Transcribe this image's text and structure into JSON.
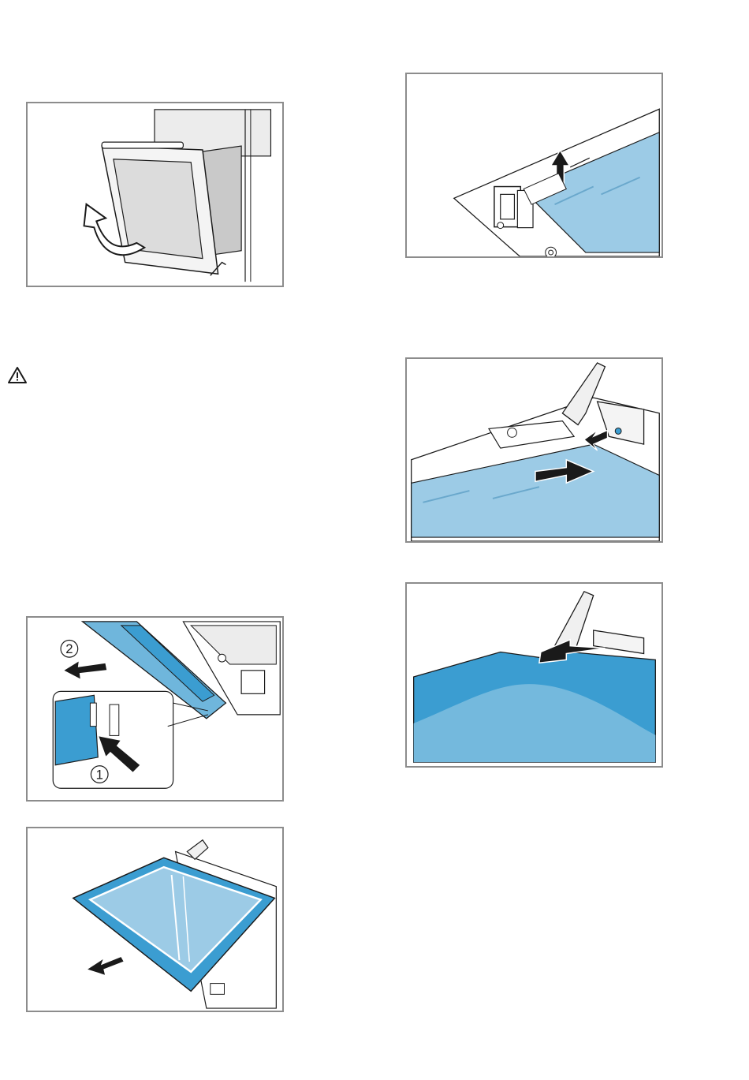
{
  "page": {
    "figures": [
      {
        "id": "fig1",
        "caption": "",
        "content": "oven-door-opening"
      },
      {
        "id": "fig2",
        "caption": "",
        "content": "hinge-lever-lift"
      },
      {
        "id": "fig3",
        "caption": "",
        "content": "hinge-clip-push"
      },
      {
        "id": "fig4",
        "caption": "",
        "content": "door-cover-removal",
        "step_labels": [
          "2",
          "1"
        ]
      },
      {
        "id": "fig5",
        "caption": "",
        "content": "inner-pane-slide-out"
      },
      {
        "id": "fig6",
        "caption": "",
        "content": "inner-pane-insert"
      }
    ],
    "warning_icon": "warning-triangle-icon",
    "colors": {
      "frame": "#8c8c8c",
      "glass_light": "#9ccbe6",
      "glass_mid": "#6fb6dc",
      "glass_dark": "#3b9dd1",
      "line": "#1a1a1a"
    }
  }
}
